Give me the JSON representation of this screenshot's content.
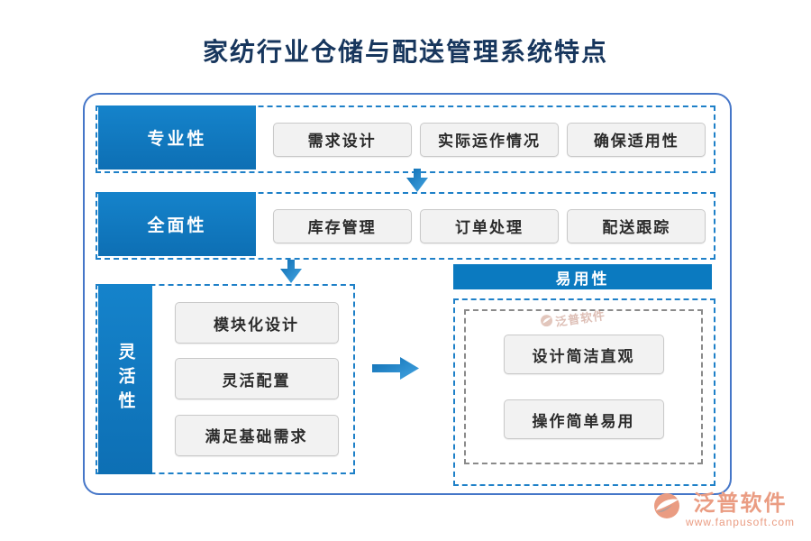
{
  "title": "家纺行业仓储与配送管理系统特点",
  "sections": {
    "professional": {
      "label": "专业性",
      "items": [
        "需求设计",
        "实际运作情况",
        "确保适用性"
      ]
    },
    "comprehensive": {
      "label": "全面性",
      "items": [
        "库存管理",
        "订单处理",
        "配送跟踪"
      ]
    },
    "flexible": {
      "label": "灵活性",
      "items": [
        "模块化设计",
        "灵活配置",
        "满足基础需求"
      ]
    },
    "easy": {
      "label": "易用性",
      "items": [
        "设计简洁直观",
        "操作简单易用"
      ]
    }
  },
  "watermark": {
    "text": "泛普软件"
  },
  "brand": {
    "name": "泛普软件",
    "site": "www.fanpusoft.com"
  },
  "colors": {
    "title_text": "#17365d",
    "accent_blue": "#0d78be",
    "dashed_border": "#1e80c8",
    "outer_border": "#4576c8",
    "button_bg": "#f2f2f2",
    "brand_orange": "#ea9c82"
  }
}
